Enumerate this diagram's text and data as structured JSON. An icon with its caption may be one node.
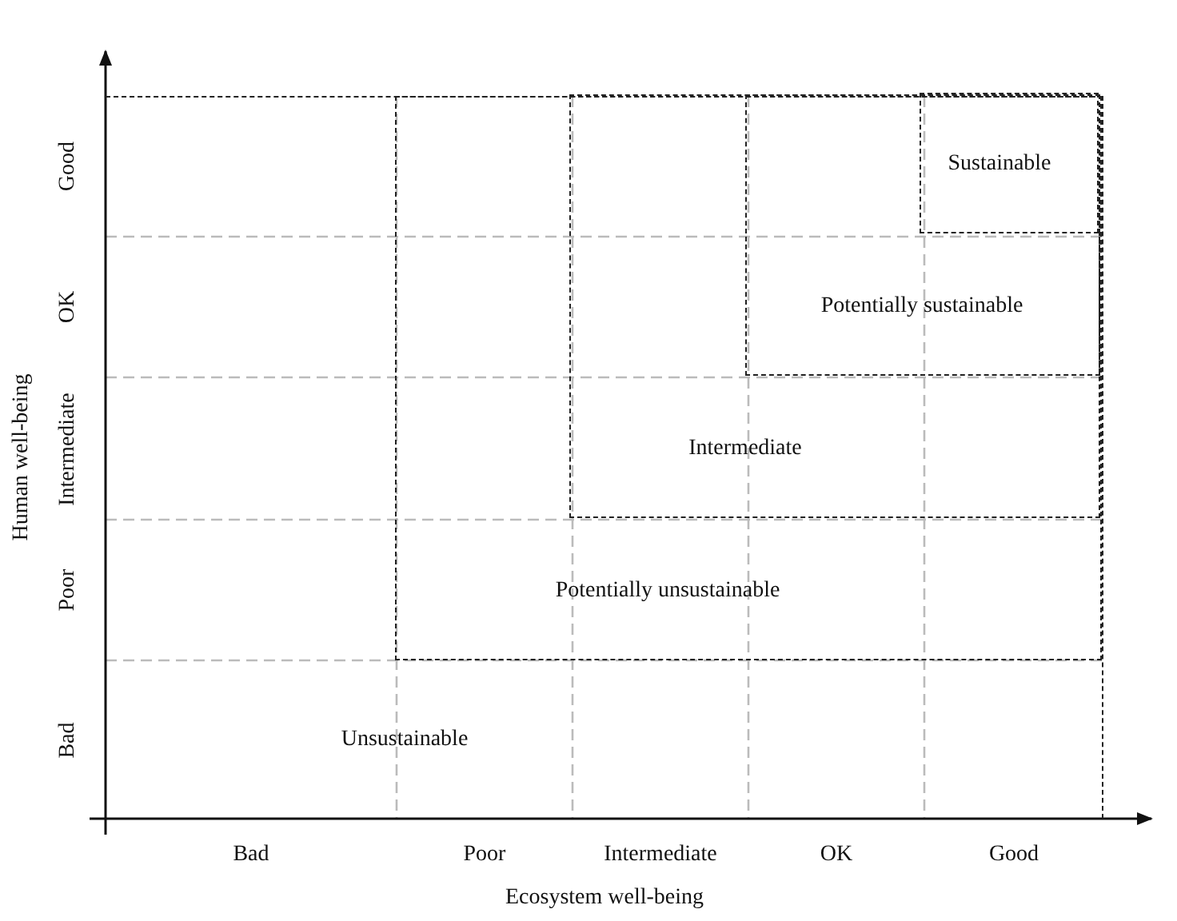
{
  "diagram": {
    "nodes": [
      {
        "text": [
          "Unsustainable"
        ]
      },
      {
        "text": [
          "Potentially unsustainable"
        ],
        "in": 0
      },
      {
        "text": [
          "Intermediate"
        ],
        "in": 1
      },
      {
        "text": [
          "Potentially sustainable"
        ],
        "in": 2
      },
      {
        "text": [
          "Sustainable"
        ],
        "in": 3
      }
    ],
    "edges": [],
    "labels": [
      "Good",
      "OK",
      "Intermediate",
      "Poor",
      "Bad",
      "Human well-being",
      "Bad",
      "Poor",
      "Intermediate",
      "OK",
      "Good",
      "Ecosystem well-being"
    ]
  }
}
